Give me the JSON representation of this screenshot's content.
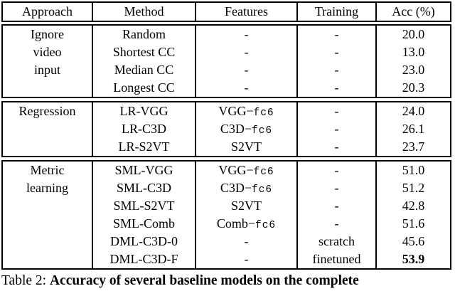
{
  "header": {
    "columns": [
      "Approach",
      "Method",
      "Features",
      "Training",
      "Acc (%)"
    ]
  },
  "groups": [
    {
      "approach_lines": [
        "Ignore",
        "video",
        "input",
        ""
      ],
      "rows": [
        {
          "method": "Random",
          "features": "-",
          "features_mono": "",
          "training": "-",
          "acc": "20.0"
        },
        {
          "method": "Shortest CC",
          "features": "-",
          "features_mono": "",
          "training": "-",
          "acc": "13.0"
        },
        {
          "method": "Median CC",
          "features": "-",
          "features_mono": "",
          "training": "-",
          "acc": "23.0"
        },
        {
          "method": "Longest CC",
          "features": "-",
          "features_mono": "",
          "training": "-",
          "acc": "20.3"
        }
      ]
    },
    {
      "approach_lines": [
        "Regression",
        "",
        ""
      ],
      "rows": [
        {
          "method": "LR-VGG",
          "features": "VGG−",
          "features_mono": "fc6",
          "training": "-",
          "acc": "24.0"
        },
        {
          "method": "LR-C3D",
          "features": "C3D−",
          "features_mono": "fc6",
          "training": "-",
          "acc": "26.1"
        },
        {
          "method": "LR-S2VT",
          "features": "S2VT",
          "features_mono": "",
          "training": "-",
          "acc": "23.7"
        }
      ]
    },
    {
      "approach_lines": [
        "Metric",
        "learning",
        "",
        "",
        "",
        ""
      ],
      "rows": [
        {
          "method": "SML-VGG",
          "features": "VGG−",
          "features_mono": "fc6",
          "training": "-",
          "acc": "51.0"
        },
        {
          "method": "SML-C3D",
          "features": "C3D−",
          "features_mono": "fc6",
          "training": "-",
          "acc": "51.2"
        },
        {
          "method": "SML-S2VT",
          "features": "S2VT",
          "features_mono": "",
          "training": "-",
          "acc": "42.8"
        },
        {
          "method": "SML-Comb",
          "features": "Comb−",
          "features_mono": "fc6",
          "training": "-",
          "acc": "51.6"
        },
        {
          "method": "DML-C3D-0",
          "features": "-",
          "features_mono": "",
          "training": "scratch",
          "acc": "45.6"
        },
        {
          "method": "DML-C3D-F",
          "features": "-",
          "features_mono": "",
          "training": "finetuned",
          "acc": "53.9"
        }
      ]
    }
  ],
  "caption": {
    "prefix": "Table 2:",
    "bold_text": "Accuracy of several baseline models on the complete"
  }
}
